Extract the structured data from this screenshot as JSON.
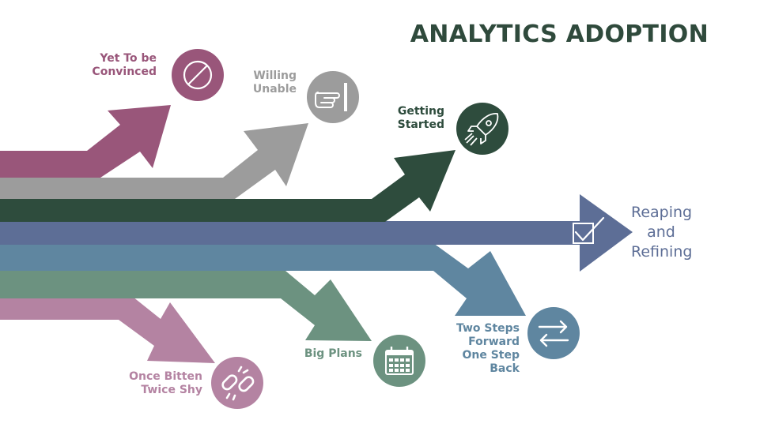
{
  "title": "ANALYTICS ADOPTION",
  "stages": [
    {
      "lines": [
        "Yet To be",
        "Convinced"
      ],
      "color": "#99567a",
      "icon": "prohibited-icon"
    },
    {
      "lines": [
        "Willing",
        "Unable"
      ],
      "color": "#9c9c9c",
      "icon": "pointing-hand-icon"
    },
    {
      "lines": [
        "Getting",
        "Started"
      ],
      "color": "#2e4c3d",
      "icon": "rocket-icon"
    },
    {
      "lines": [
        "Reaping",
        "and",
        "Refining"
      ],
      "color": "#5d6e96",
      "icon": "checkbox-icon"
    },
    {
      "lines": [
        "Two Steps",
        "Forward",
        "One Step",
        "Back"
      ],
      "color": "#5f86a0",
      "icon": "swap-arrows-icon"
    },
    {
      "lines": [
        "Big Plans"
      ],
      "color": "#6c9280",
      "icon": "calendar-icon"
    },
    {
      "lines": [
        "Once Bitten",
        "Twice Shy"
      ],
      "color": "#b483a2",
      "icon": "broken-link-icon"
    }
  ]
}
